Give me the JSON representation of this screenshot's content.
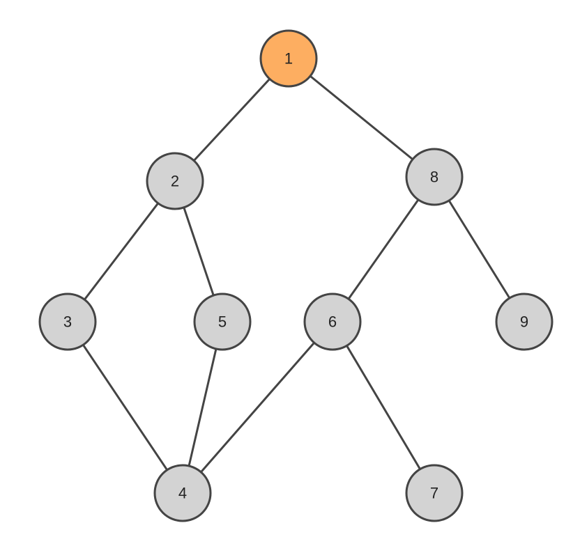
{
  "graph": {
    "colors": {
      "highlight_fill": "#FDAE61",
      "node_fill": "#D3D3D3",
      "stroke": "#444444",
      "label": "#222222"
    },
    "highlighted": [
      "1"
    ],
    "nodes": [
      {
        "id": "1",
        "label": "1"
      },
      {
        "id": "2",
        "label": "2"
      },
      {
        "id": "8",
        "label": "8"
      },
      {
        "id": "3",
        "label": "3"
      },
      {
        "id": "5",
        "label": "5"
      },
      {
        "id": "6",
        "label": "6"
      },
      {
        "id": "9",
        "label": "9"
      },
      {
        "id": "4",
        "label": "4"
      },
      {
        "id": "7",
        "label": "7"
      }
    ],
    "edges": [
      [
        "1",
        "2"
      ],
      [
        "1",
        "8"
      ],
      [
        "2",
        "3"
      ],
      [
        "2",
        "5"
      ],
      [
        "8",
        "6"
      ],
      [
        "8",
        "9"
      ],
      [
        "3",
        "4"
      ],
      [
        "5",
        "4"
      ],
      [
        "6",
        "4"
      ],
      [
        "6",
        "7"
      ]
    ]
  }
}
